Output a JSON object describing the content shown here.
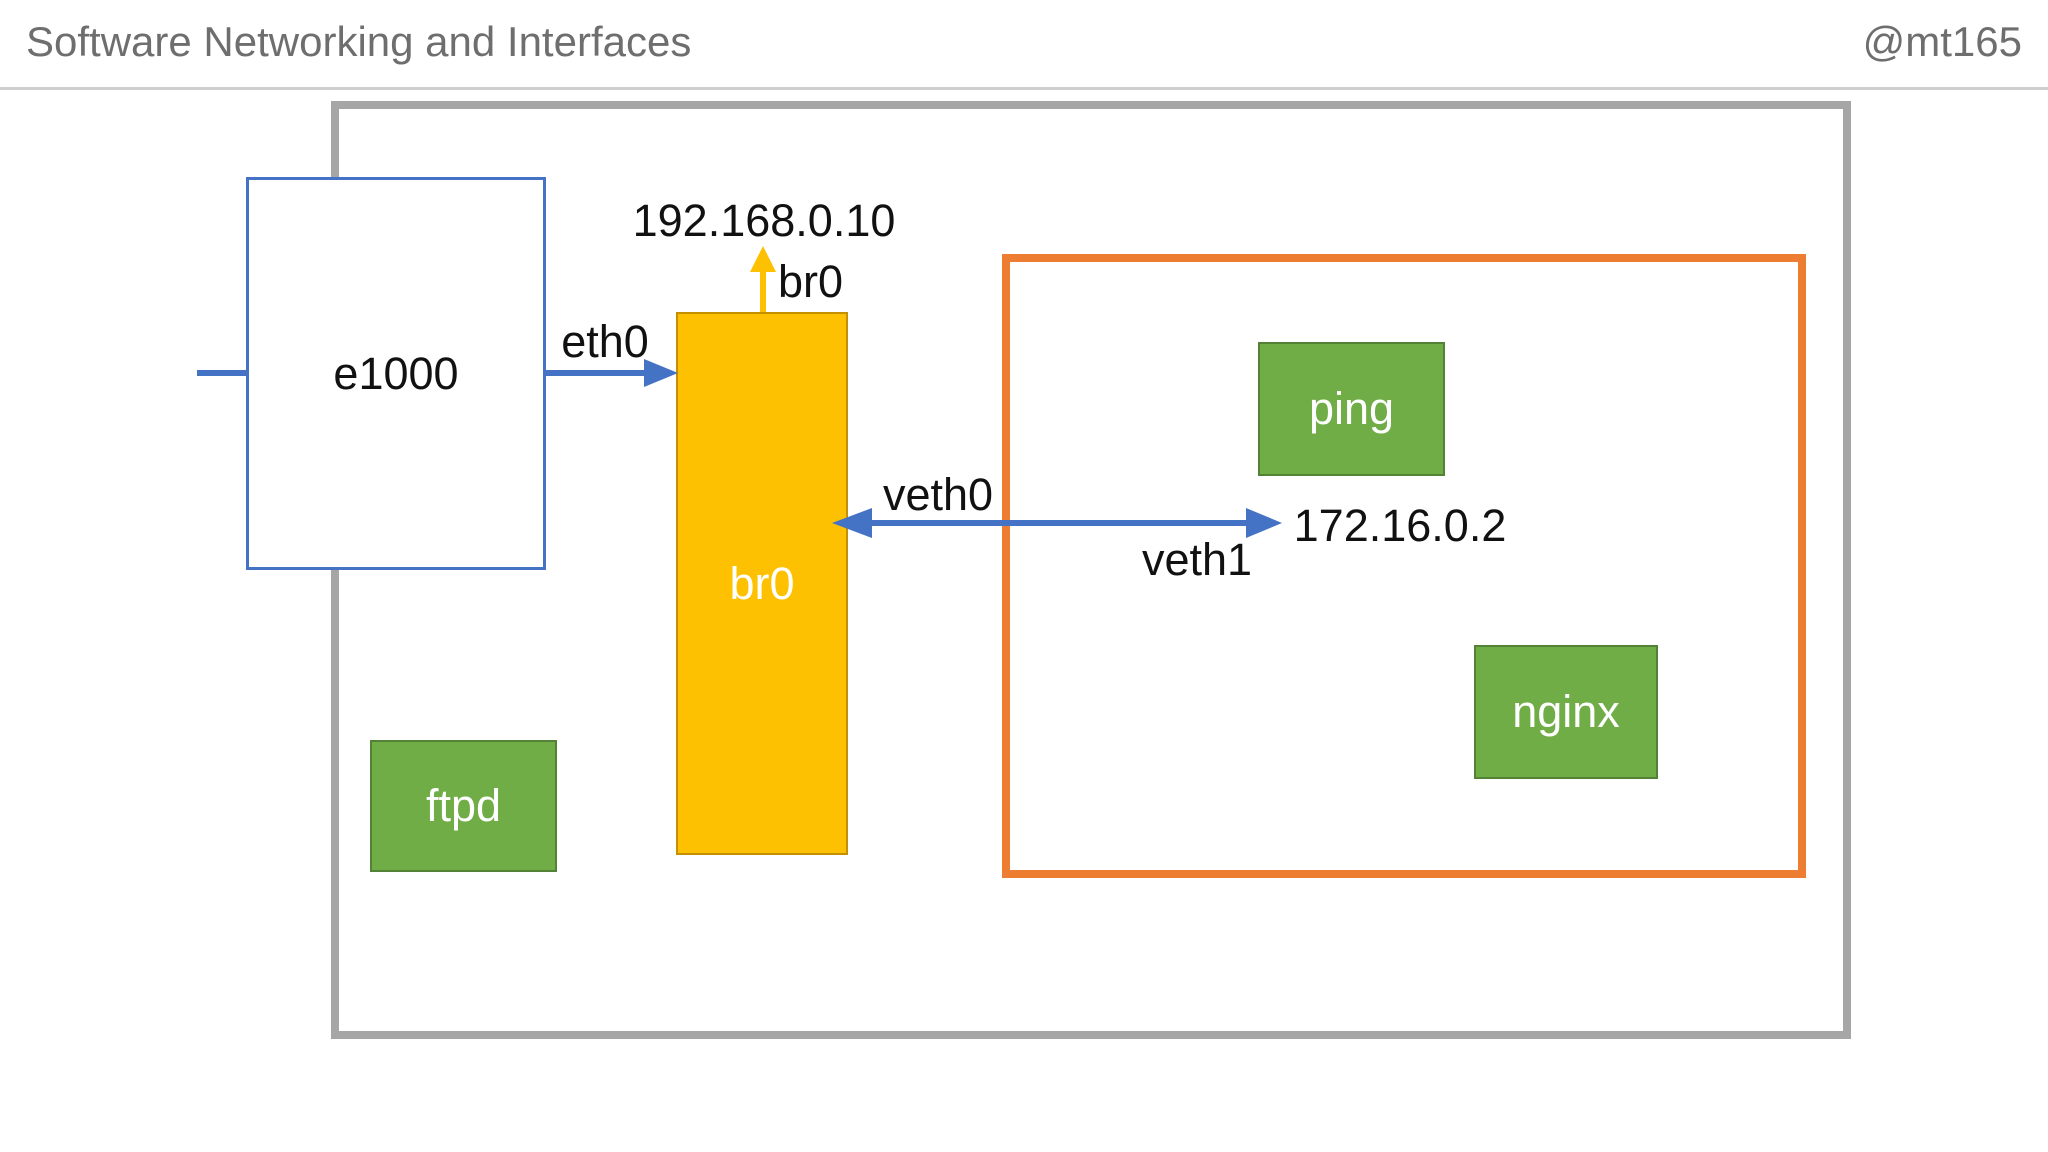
{
  "header": {
    "title": "Software Networking and Interfaces",
    "handle": "@mt165"
  },
  "host": {
    "nic_label": "e1000",
    "eth_label": "eth0",
    "bridge_label": "br0",
    "bridge_port_label": "br0",
    "bridge_ip": "192.168.0.10",
    "ftpd_label": "ftpd"
  },
  "container": {
    "veth0_label": "veth0",
    "veth1_label": "veth1",
    "ip": "172.16.0.2",
    "ping_label": "ping",
    "nginx_label": "nginx"
  },
  "icons": {
    "eth0_arrow": "right-arrow-icon",
    "veth_pair_arrow": "double-headed-arrow-icon",
    "bridge_ip_arrow": "up-arrow-icon",
    "external_link": "line-stub"
  },
  "colors": {
    "arrow_blue": "#4472C4",
    "bridge_gold": "#FDC101",
    "container_orange": "#ED7D31",
    "process_green": "#70AD47",
    "process_green_border": "#538135",
    "host_gray": "#A6A6A6",
    "header_gray": "#6E6E6E"
  }
}
